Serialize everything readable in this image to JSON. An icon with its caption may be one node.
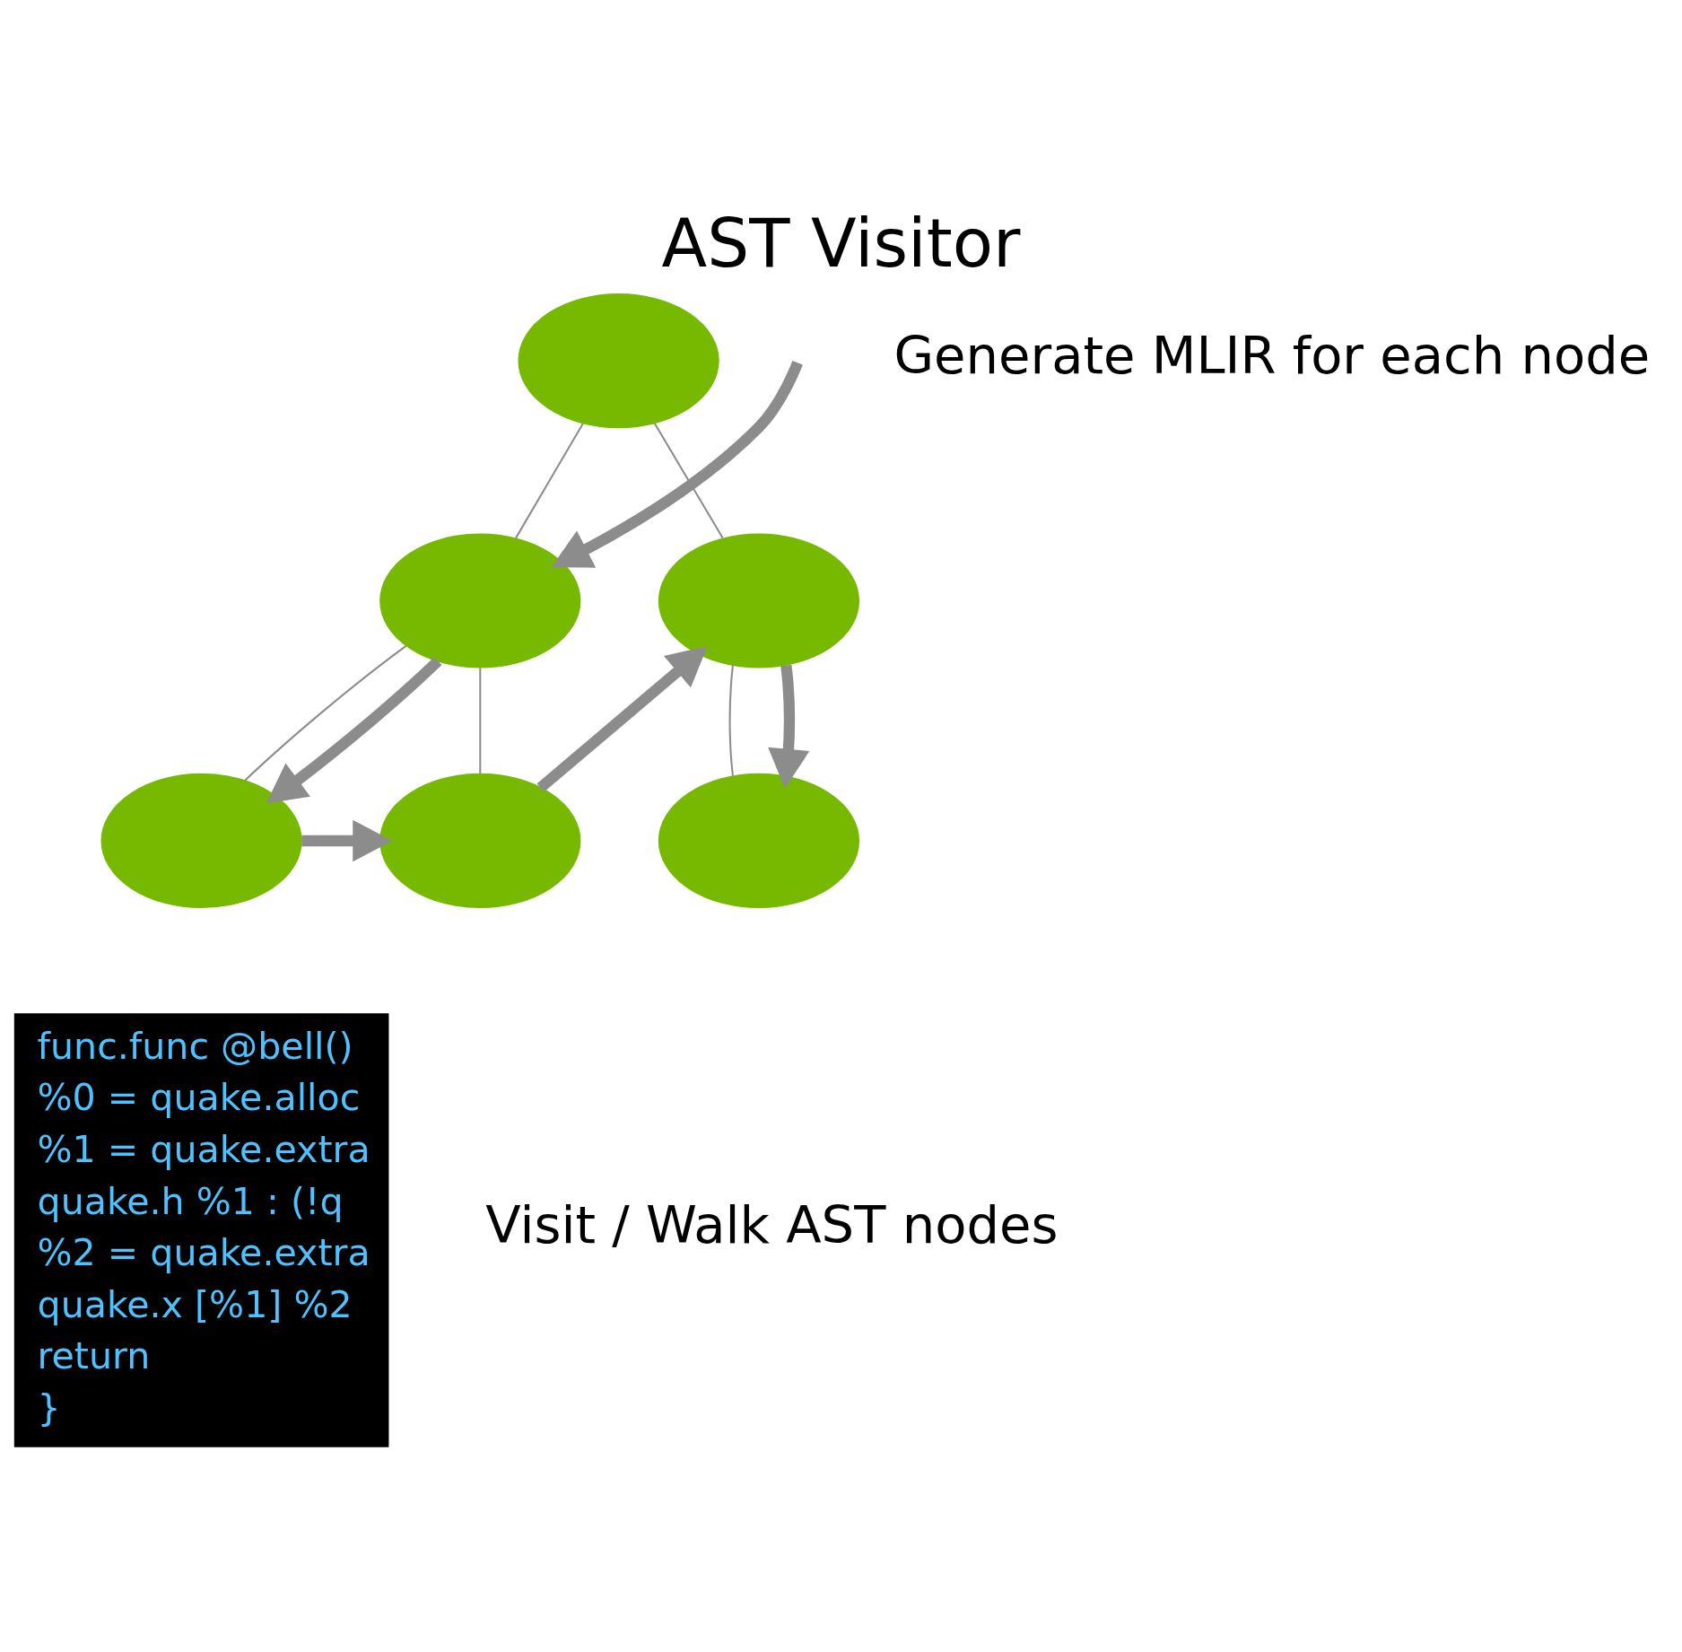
{
  "diagram": {
    "title": "AST Visitor",
    "nodes": [
      {
        "text": [],
        "shape": "ellipse"
      },
      {
        "text": [],
        "shape": "ellipse"
      },
      {
        "text": [],
        "shape": "ellipse"
      },
      {
        "text": [],
        "shape": "ellipse"
      },
      {
        "text": [],
        "shape": "ellipse"
      },
      {
        "text": [],
        "shape": "ellipse"
      },
      {
        "text": [
          "func.func @bell()",
          "%0 = quake.alloc",
          "%1 = quake.extra",
          "quake.h %1 : (!q",
          "%2 = quake.extra",
          "quake.x [%1] %2",
          "return",
          "}"
        ]
      }
    ],
    "edges": [
      {
        "from": 0,
        "to": 1,
        "arrow": "none"
      },
      {
        "from": 0,
        "to": 2,
        "arrow": "none"
      },
      {
        "from": 1,
        "to": 3,
        "arrow": "none"
      },
      {
        "from": 1,
        "to": 4,
        "arrow": "none"
      },
      {
        "from": 2,
        "to": 5,
        "arrow": "none"
      },
      {
        "from": null,
        "to": 1,
        "arrow": "to",
        "style": "thick"
      },
      {
        "from": 1,
        "to": 3,
        "arrow": "to",
        "style": "thick"
      },
      {
        "from": 3,
        "to": 4,
        "arrow": "to",
        "style": "thick"
      },
      {
        "from": 4,
        "to": 2,
        "arrow": "to",
        "style": "thick"
      },
      {
        "from": 2,
        "to": 5,
        "arrow": "to",
        "style": "thick"
      }
    ],
    "labels": [
      "Generate MLIR for each node",
      "Visit / Walk AST nodes"
    ]
  }
}
